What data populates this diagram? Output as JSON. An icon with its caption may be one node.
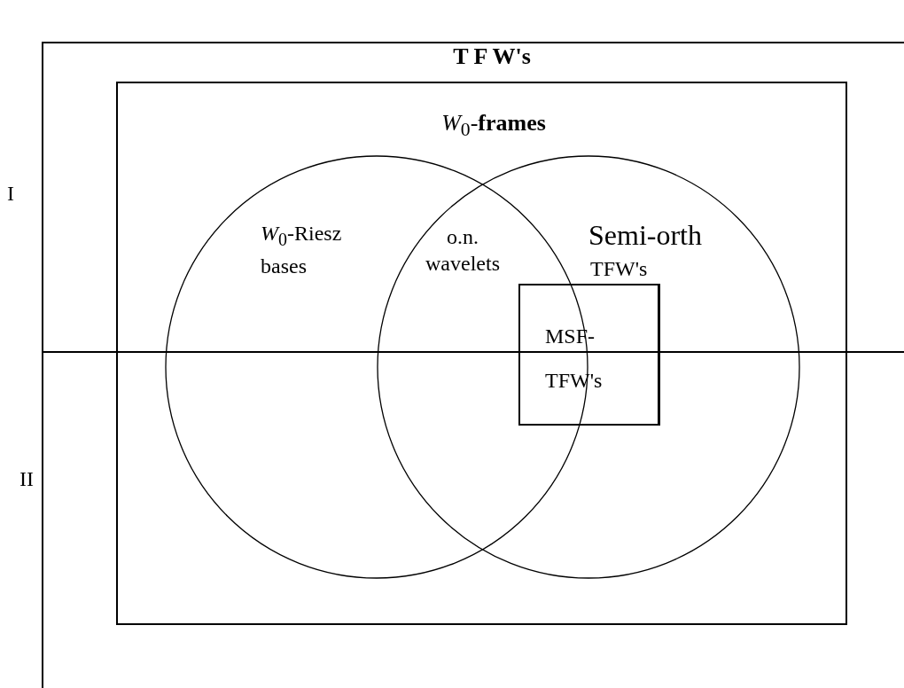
{
  "diagram": {
    "nodes": [
      {
        "text": [
          "T F W's"
        ]
      },
      {
        "text": [
          "*W*$_{0}$-**frames**"
        ],
        "in": 0
      },
      {
        "text": [
          "*W*$_{0}$-Riesz bases"
        ],
        "in": 1
      },
      {
        "text": [
          "Semi-orth",
          "TFW's"
        ],
        "in": 1
      },
      {
        "text": [
          "MSF- TFW's"
        ],
        "in": 3
      }
    ],
    "edges": [],
    "labels": [
      "I",
      "o.n. wavelets",
      "II"
    ]
  }
}
